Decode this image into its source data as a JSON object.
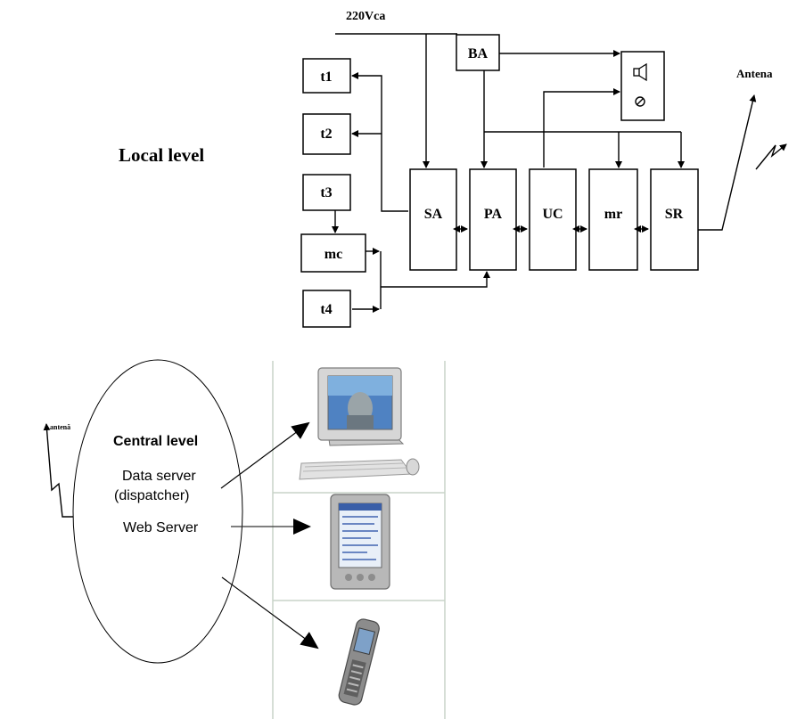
{
  "local": {
    "level_label": "Local  level",
    "power_label": "220Vca",
    "antenna_label": "Antena",
    "sensors": [
      "t1",
      "t2",
      "t3",
      "t4"
    ],
    "mc_label": "mc",
    "ba_label": "BA",
    "modules": [
      "SA",
      "PA",
      "UC",
      "mr",
      "SR"
    ]
  },
  "central": {
    "antenna_label": "antenă",
    "title": "Central level",
    "line1": "Data server",
    "line2": "(dispatcher)",
    "line3": "Web Server"
  },
  "devices": [
    "desktop-computer",
    "pda",
    "mobile-phone"
  ]
}
